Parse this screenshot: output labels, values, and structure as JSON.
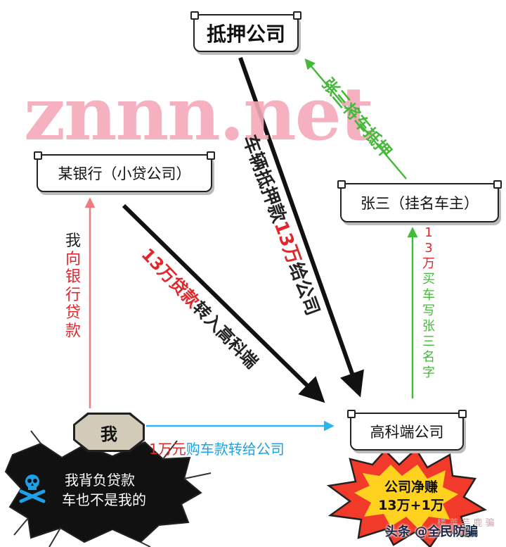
{
  "nodes": {
    "pawn_company": "抵押公司",
    "bank": "某银行（小贷公司）",
    "zhangsan": "张三（挂名车主）",
    "me": "我",
    "gaokeduan": "高科端公司"
  },
  "watermark": "znnn.net",
  "labels": {
    "zhangsan_pledge": "张三将车抵押",
    "pawn_loan": {
      "prefix": "车辆抵押款",
      "amount": "13万",
      "suffix": "给公司"
    },
    "bank_transfer": {
      "amount": "13万贷款",
      "suffix": "转入高科端"
    },
    "my_loan": {
      "first": "我",
      "rest": "向银行贷款"
    },
    "buy_car": {
      "amount": "13万",
      "text": "买车写张三名字"
    },
    "down_payment": {
      "amount": "1万元",
      "suffix": "购车款转给公司"
    }
  },
  "burst_me": {
    "line1": "我背负贷款",
    "line2": "车也不是我的"
  },
  "burst_company": {
    "line1": "公司净赚",
    "line2": "13万+1万"
  },
  "footer_credit": "头条 @全民防骗",
  "footer_partial": "楼 莱 芸 鹿 骗",
  "colors": {
    "red": "#e0282c",
    "green": "#45b93a",
    "blue": "#1aa3e8",
    "dark": "#111111",
    "watermark": "#f4a9b9"
  }
}
